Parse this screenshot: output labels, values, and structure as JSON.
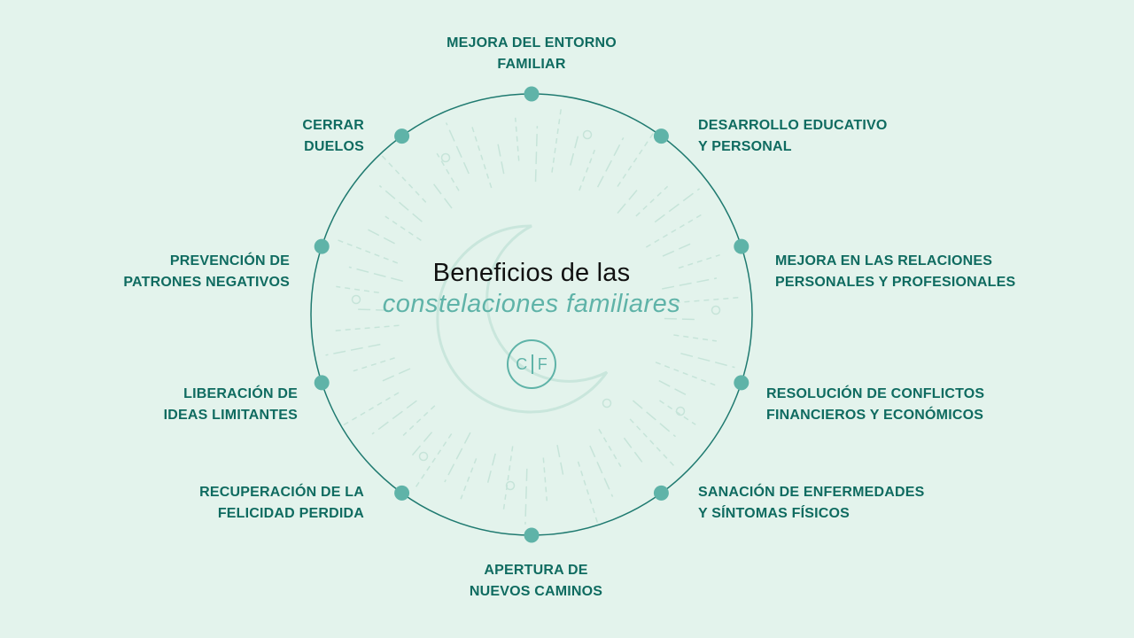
{
  "title": {
    "line1": "Beneficios de las",
    "line2": "constelaciones familiares"
  },
  "logo": {
    "left": "C",
    "right": "F"
  },
  "colors": {
    "background": "#e3f3ec",
    "label_text": "#0f6b60",
    "accent": "#5fb3a8",
    "circle_line": "#1f7a70"
  },
  "benefits": [
    {
      "line1": "MEJORA DEL ENTORNO",
      "line2": "FAMILIAR"
    },
    {
      "line1": "DESARROLLO EDUCATIVO",
      "line2": "Y PERSONAL"
    },
    {
      "line1": "MEJORA EN LAS RELACIONES",
      "line2": "PERSONALES Y PROFESIONALES"
    },
    {
      "line1": "RESOLUCIÓN DE CONFLICTOS",
      "line2": "FINANCIEROS Y ECONÓMICOS"
    },
    {
      "line1": "SANACIÓN DE ENFERMEDADES",
      "line2": "Y SÍNTOMAS FÍSICOS"
    },
    {
      "line1": "APERTURA DE",
      "line2": "NUEVOS CAMINOS"
    },
    {
      "line1": "RECUPERACIÓN DE LA",
      "line2": "FELICIDAD PERDIDA"
    },
    {
      "line1": "LIBERACIÓN DE",
      "line2": "IDEAS LIMITANTES"
    },
    {
      "line1": "PREVENCIÓN DE",
      "line2": "PATRONES NEGATIVOS"
    },
    {
      "line1": "CERRAR",
      "line2": "DUELOS"
    }
  ]
}
